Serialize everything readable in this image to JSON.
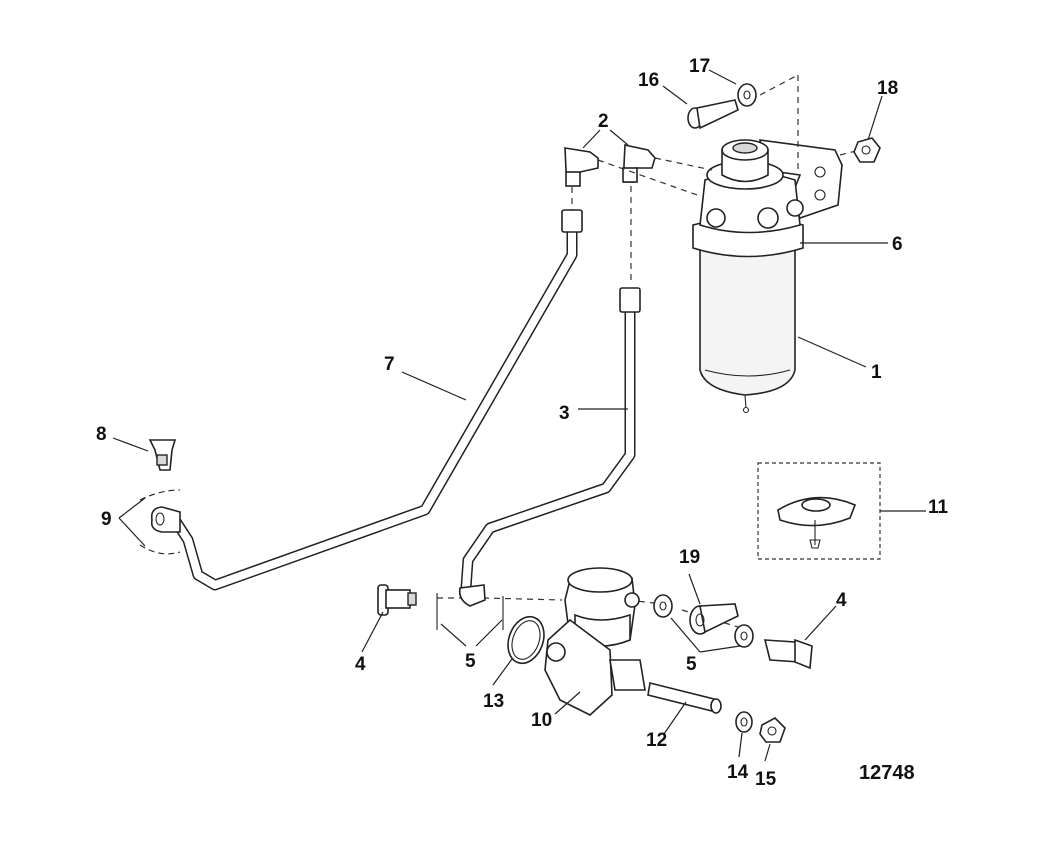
{
  "diagram": {
    "callouts": {
      "c1": "1",
      "c2": "2",
      "c3": "3",
      "c4a": "4",
      "c4b": "4",
      "c5a": "5",
      "c5b": "5",
      "c6": "6",
      "c7": "7",
      "c8": "8",
      "c9": "9",
      "c10": "10",
      "c11": "11",
      "c12": "12",
      "c13": "13",
      "c14": "14",
      "c15": "15",
      "c16": "16",
      "c17": "17",
      "c18": "18",
      "c19": "19"
    },
    "figure_number": "12748"
  }
}
